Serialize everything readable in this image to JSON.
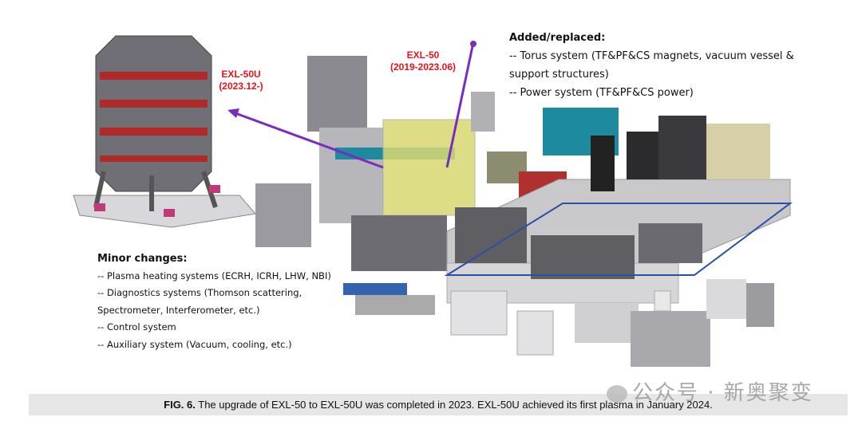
{
  "labels": {
    "exl50u": {
      "name": "EXL-50U",
      "period": "(2023.12-)"
    },
    "exl50": {
      "name": "EXL-50",
      "period": "(2019-2023.06)"
    }
  },
  "added": {
    "title": "Added/replaced:",
    "items": [
      "-- Torus system (TF&PF&CS magnets, vacuum vessel &",
      "support structures)",
      "-- Power system (TF&PF&CS power)"
    ]
  },
  "minor": {
    "title": "Minor changes:",
    "items": [
      "-- Plasma heating systems (ECRH, ICRH, LHW, NBI)",
      "-- Diagnostics systems (Thomson scattering,",
      "Spectrometer, Interferometer, etc.)",
      "-- Control system",
      "-- Auxiliary system (Vacuum, cooling, etc.)"
    ]
  },
  "caption": {
    "label": "FIG. 6.",
    "text": " The upgrade of EXL-50 to EXL-50U was completed in 2023. EXL-50U achieved its first plasma in January 2024."
  },
  "watermark": "公众号 · 新奥聚变",
  "colors": {
    "label_red": "#e8141b",
    "arrow_purple": "#7a2bc0",
    "frame_blue": "#2b4fa8",
    "teal": "#1e8aa0"
  }
}
